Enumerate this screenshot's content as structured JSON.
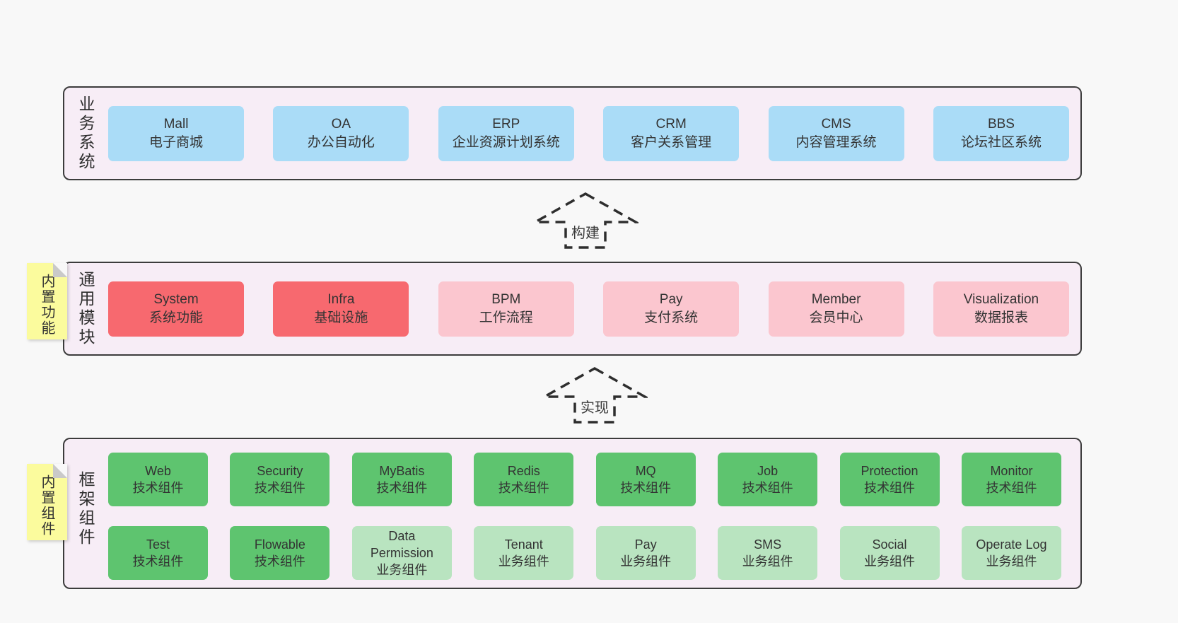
{
  "colors": {
    "page_bg": "#f8f8f8",
    "panel_bg": "#f7edf6",
    "panel_border": "#3c3c3c",
    "box_blue": "#aadcf7",
    "box_red": "#f7696f",
    "box_pink": "#fbc6cf",
    "box_green_dark": "#5ec46f",
    "box_green_light": "#b9e4c0",
    "sticky_yellow": "#fbfb9d",
    "sticky_fold_gray": "#c9c9c9",
    "arrow_stroke": "#2e2e2e"
  },
  "arrows": {
    "build": "构建",
    "implement": "实现"
  },
  "layer1": {
    "label": "业务系统",
    "boxes": [
      {
        "name": "Mall",
        "desc": "电子商城",
        "type": "blue"
      },
      {
        "name": "OA",
        "desc": "办公自动化",
        "type": "blue"
      },
      {
        "name": "ERP",
        "desc": "企业资源计划系统",
        "type": "blue"
      },
      {
        "name": "CRM",
        "desc": "客户关系管理",
        "type": "blue"
      },
      {
        "name": "CMS",
        "desc": "内容管理系统",
        "type": "blue"
      },
      {
        "name": "BBS",
        "desc": "论坛社区系统",
        "type": "blue"
      }
    ]
  },
  "layer2": {
    "label": "通用模块",
    "note": "内置功能",
    "boxes": [
      {
        "name": "System",
        "desc": "系统功能",
        "type": "red"
      },
      {
        "name": "Infra",
        "desc": "基础设施",
        "type": "red"
      },
      {
        "name": "BPM",
        "desc": "工作流程",
        "type": "pink"
      },
      {
        "name": "Pay",
        "desc": "支付系统",
        "type": "pink"
      },
      {
        "name": "Member",
        "desc": "会员中心",
        "type": "pink"
      },
      {
        "name": "Visualization",
        "desc": "数据报表",
        "type": "pink"
      }
    ]
  },
  "layer3": {
    "label": "框架组件",
    "note": "内置组件",
    "row1": [
      {
        "name": "Web",
        "desc": "技术组件",
        "type": "green-dark"
      },
      {
        "name": "Security",
        "desc": "技术组件",
        "type": "green-dark"
      },
      {
        "name": "MyBatis",
        "desc": "技术组件",
        "type": "green-dark"
      },
      {
        "name": "Redis",
        "desc": "技术组件",
        "type": "green-dark"
      },
      {
        "name": "MQ",
        "desc": "技术组件",
        "type": "green-dark"
      },
      {
        "name": "Job",
        "desc": "技术组件",
        "type": "green-dark"
      },
      {
        "name": "Protection",
        "desc": "技术组件",
        "type": "green-dark"
      },
      {
        "name": "Monitor",
        "desc": "技术组件",
        "type": "green-dark"
      }
    ],
    "row2": [
      {
        "name": "Test",
        "desc": "技术组件",
        "type": "green-dark"
      },
      {
        "name": "Flowable",
        "desc": "技术组件",
        "type": "green-dark"
      },
      {
        "name": "Data Permission",
        "desc": "业务组件",
        "type": "green-light"
      },
      {
        "name": "Tenant",
        "desc": "业务组件",
        "type": "green-light"
      },
      {
        "name": "Pay",
        "desc": "业务组件",
        "type": "green-light"
      },
      {
        "name": "SMS",
        "desc": "业务组件",
        "type": "green-light"
      },
      {
        "name": "Social",
        "desc": "业务组件",
        "type": "green-light"
      },
      {
        "name": "Operate Log",
        "desc": "业务组件",
        "type": "green-light"
      }
    ]
  }
}
